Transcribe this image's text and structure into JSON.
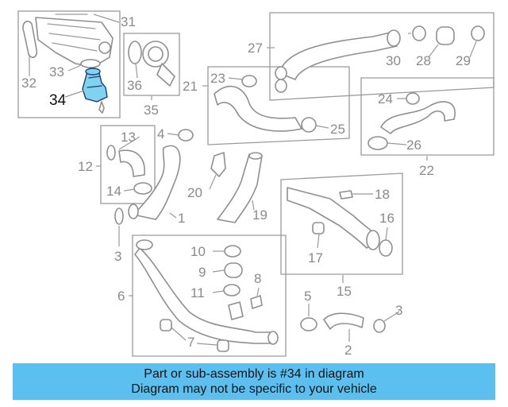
{
  "diagram": {
    "highlight_color": "#7fd3ee",
    "highlight_part": "34",
    "callouts": {
      "c1": "1",
      "c2": "2",
      "c3a": "3",
      "c3b": "3",
      "c4": "4",
      "c5": "5",
      "c6": "6",
      "c7": "7",
      "c8": "8",
      "c9": "9",
      "c10": "10",
      "c11": "11",
      "c12": "12",
      "c13": "13",
      "c14": "14",
      "c15": "15",
      "c16": "16",
      "c17": "17",
      "c18": "18",
      "c19": "19",
      "c20": "20",
      "c21": "21",
      "c22": "22",
      "c23": "23",
      "c24": "24",
      "c25": "25",
      "c26": "26",
      "c27": "27",
      "c28": "28",
      "c29": "29",
      "c30": "30",
      "c31": "31",
      "c32": "32",
      "c33": "33",
      "c34": "34",
      "c35": "35",
      "c36": "36"
    }
  },
  "banner": {
    "color": "#5bc0f0",
    "line1": "Part or sub-assembly is #34 in diagram",
    "line2": "Diagram may not be specific to your vehicle"
  }
}
